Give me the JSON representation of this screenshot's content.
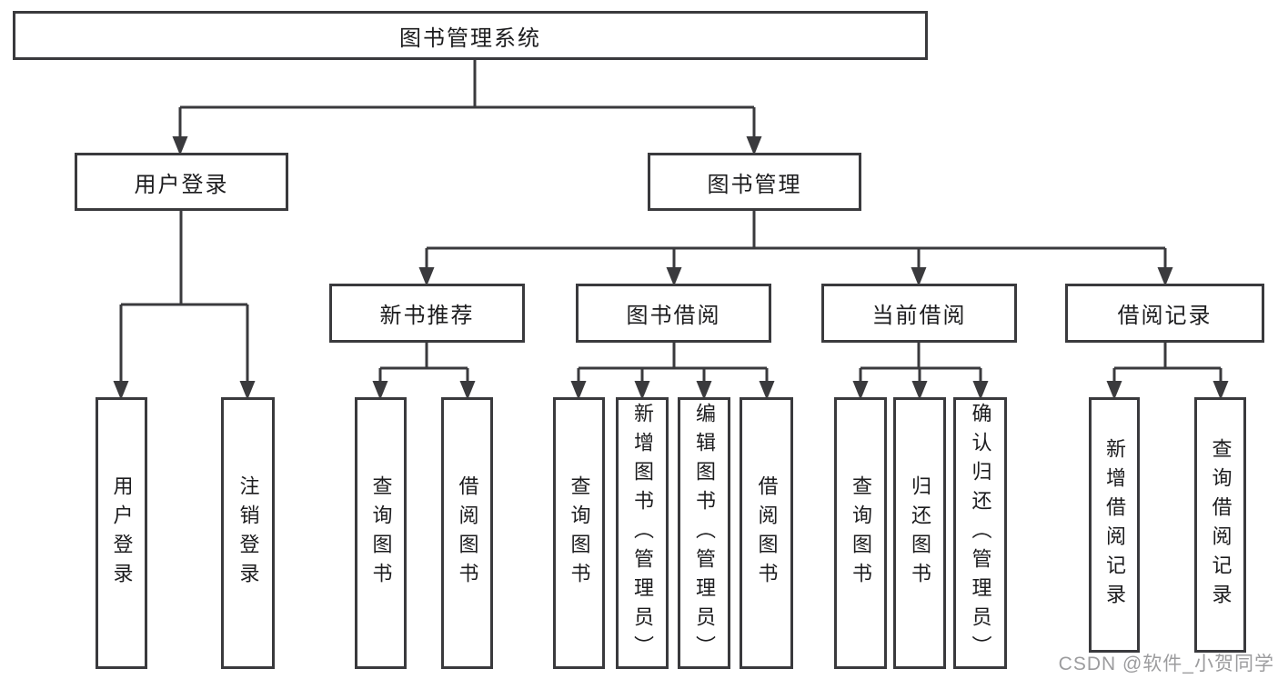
{
  "colors": {
    "line": "#3a3a3d",
    "text": "#1c1c1e",
    "watermark": "#9c9c9e",
    "bg": "#ffffff"
  },
  "tree": {
    "label": "图书管理系统",
    "children": [
      {
        "label": "用户登录",
        "children": [
          {
            "label": "用户登录"
          },
          {
            "label": "注销登录"
          }
        ]
      },
      {
        "label": "图书管理",
        "children": [
          {
            "label": "新书推荐",
            "children": [
              {
                "label": "查询图书"
              },
              {
                "label": "借阅图书"
              }
            ]
          },
          {
            "label": "图书借阅",
            "children": [
              {
                "label": "查询图书"
              },
              {
                "label": "新增图书（管理员）"
              },
              {
                "label": "编辑图书（管理员）"
              },
              {
                "label": "借阅图书"
              }
            ]
          },
          {
            "label": "当前借阅",
            "children": [
              {
                "label": "查询图书"
              },
              {
                "label": "归还图书"
              },
              {
                "label": "确认归还（管理员）"
              }
            ]
          },
          {
            "label": "借阅记录",
            "children": [
              {
                "label": "新增借阅记录"
              },
              {
                "label": "查询借阅记录"
              }
            ]
          }
        ]
      }
    ]
  },
  "watermark": {
    "text": "CSDN @软件_小贺同学"
  }
}
